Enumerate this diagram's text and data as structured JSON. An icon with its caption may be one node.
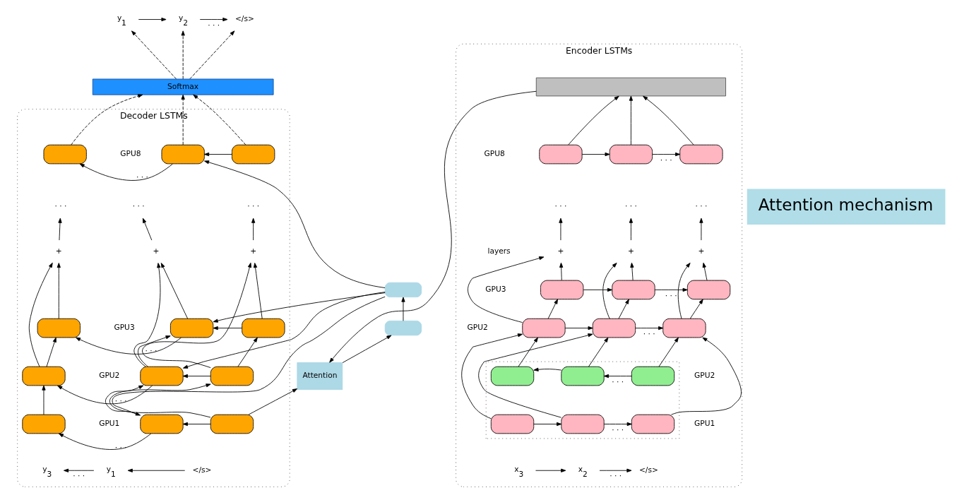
{
  "diagram": {
    "nodes": [
      {
        "text": [
          "Encoder LSTMs"
        ]
      },
      {
        "text": [],
        "shape": "bar",
        "in": 0
      },
      {
        "text": [],
        "shape": "box",
        "in": 0
      },
      {
        "text": [],
        "shape": "box",
        "in": 0
      },
      {
        "text": [],
        "shape": "box",
        "in": 0
      },
      {
        "text": [
          "· · ·"
        ],
        "in": 0
      },
      {
        "text": [
          "· · ·"
        ],
        "in": 0
      },
      {
        "text": [
          "· · ·"
        ],
        "in": 0
      },
      {
        "text": [
          "+"
        ],
        "in": 0
      },
      {
        "text": [
          "+"
        ],
        "in": 0
      },
      {
        "text": [
          "+"
        ],
        "in": 0
      },
      {
        "text": [],
        "shape": "box",
        "in": 0
      },
      {
        "text": [],
        "shape": "box",
        "in": 0
      },
      {
        "text": [],
        "shape": "box",
        "in": 0
      },
      {
        "text": [],
        "shape": "box",
        "in": 0
      },
      {
        "text": [],
        "shape": "box",
        "in": 0
      },
      {
        "text": [],
        "shape": "box",
        "in": 0
      },
      {
        "text": [],
        "shape": "box",
        "in": 0
      },
      {
        "text": [],
        "shape": "box",
        "in": 17
      },
      {
        "text": [],
        "shape": "box",
        "in": 17
      },
      {
        "text": [],
        "shape": "box",
        "in": 17
      },
      {
        "text": [],
        "shape": "box",
        "in": 17
      },
      {
        "text": [],
        "shape": "box",
        "in": 17
      },
      {
        "text": [],
        "shape": "box",
        "in": 17
      },
      {
        "text": [
          "x$_{3}$"
        ],
        "in": 0
      },
      {
        "text": [
          "x$_{2}$"
        ],
        "in": 0
      },
      {
        "text": [
          "</s>"
        ],
        "in": 0
      },
      {
        "text": [
          "Attention mechanism"
        ]
      },
      {
        "text": [],
        "shape": "box"
      },
      {
        "text": [],
        "shape": "box"
      },
      {
        "text": [
          "Attention"
        ]
      },
      {
        "text": [
          "y$_{1}$"
        ]
      },
      {
        "text": [
          "y$_{2}$"
        ]
      },
      {
        "text": [
          "</s>"
        ]
      },
      {
        "text": [
          "Softmax"
        ]
      },
      {
        "text": [
          "Decoder LSTMs"
        ]
      },
      {
        "text": [],
        "shape": "box",
        "in": 35
      },
      {
        "text": [],
        "shape": "box",
        "in": 35
      },
      {
        "text": [],
        "shape": "box",
        "in": 35
      },
      {
        "text": [
          "· · ·"
        ],
        "in": 35
      },
      {
        "text": [
          "· · ·"
        ],
        "in": 35
      },
      {
        "text": [
          "· · ·"
        ],
        "in": 35
      },
      {
        "text": [
          "+"
        ],
        "in": 35
      },
      {
        "text": [
          "+"
        ],
        "in": 35
      },
      {
        "text": [
          "+"
        ],
        "in": 35
      },
      {
        "text": [],
        "shape": "box",
        "in": 35
      },
      {
        "text": [],
        "shape": "box",
        "in": 35
      },
      {
        "text": [],
        "shape": "box",
        "in": 35
      },
      {
        "text": [],
        "shape": "box",
        "in": 35
      },
      {
        "text": [],
        "shape": "box",
        "in": 35
      },
      {
        "text": [],
        "shape": "box",
        "in": 35
      },
      {
        "text": [],
        "shape": "box",
        "in": 35
      },
      {
        "text": [],
        "shape": "box",
        "in": 35
      },
      {
        "text": [],
        "shape": "box",
        "in": 35
      },
      {
        "text": [
          "</s>"
        ],
        "in": 35
      },
      {
        "text": [
          "y$_{1}$"
        ],
        "in": 35
      },
      {
        "text": [
          "y$_{3}$"
        ],
        "in": 35
      }
    ],
    "edges": [
      {
        "from": 2,
        "to": 3,
        "arrow": "to"
      },
      {
        "from": 3,
        "to": 4,
        "arrow": "to",
        "label": "· · ·"
      },
      {
        "from": 11,
        "to": 12,
        "arrow": "to"
      },
      {
        "from": 12,
        "to": 13,
        "arrow": "to",
        "label": "· · ·"
      },
      {
        "from": 14,
        "to": 15,
        "arrow": "to"
      },
      {
        "from": 15,
        "to": 16,
        "arrow": "to",
        "label": "· · ·"
      },
      {
        "from": 20,
        "to": 19,
        "arrow": "to",
        "label": "· · ·"
      },
      {
        "from": 19,
        "to": 18,
        "arrow": "to"
      },
      {
        "from": 21,
        "to": 22,
        "arrow": "to"
      },
      {
        "from": 22,
        "to": 23,
        "arrow": "to",
        "label": "· · ·"
      },
      {
        "from": 24,
        "to": 25,
        "arrow": "to"
      },
      {
        "from": 25,
        "to": 26,
        "arrow": "to",
        "label": "· · ·"
      },
      {
        "from": 21,
        "to": 14,
        "arrow": "to"
      },
      {
        "from": 22,
        "to": 15,
        "arrow": "to"
      },
      {
        "from": 23,
        "to": 16,
        "arrow": "to"
      },
      {
        "from": 18,
        "to": 14,
        "arrow": "to"
      },
      {
        "from": 19,
        "to": 15,
        "arrow": "to"
      },
      {
        "from": 20,
        "to": 16,
        "arrow": "to"
      },
      {
        "from": 14,
        "to": 11,
        "arrow": "to"
      },
      {
        "from": 15,
        "to": 12,
        "arrow": "to"
      },
      {
        "from": 16,
        "to": 13,
        "arrow": "to"
      },
      {
        "from": 14,
        "to": 8,
        "arrow": "to"
      },
      {
        "from": 15,
        "to": 9,
        "arrow": "to"
      },
      {
        "from": 16,
        "to": 10,
        "arrow": "to"
      },
      {
        "from": 11,
        "to": 8,
        "arrow": "to"
      },
      {
        "from": 12,
        "to": 9,
        "arrow": "to"
      },
      {
        "from": 13,
        "to": 10,
        "arrow": "to"
      },
      {
        "from": 8,
        "to": 5,
        "arrow": "to"
      },
      {
        "from": 9,
        "to": 6,
        "arrow": "to"
      },
      {
        "from": 10,
        "to": 7,
        "arrow": "to"
      },
      {
        "from": 2,
        "to": 1,
        "arrow": "to"
      },
      {
        "from": 3,
        "to": 1,
        "arrow": "to"
      },
      {
        "from": 4,
        "to": 1,
        "arrow": "to"
      },
      {
        "from": 1,
        "to": 30,
        "arrow": "to"
      },
      {
        "from": 30,
        "to": 29,
        "arrow": "to"
      },
      {
        "from": 29,
        "to": 28,
        "arrow": "to"
      },
      {
        "from": 28,
        "to": 37,
        "arrow": "to"
      },
      {
        "from": 28,
        "to": 46,
        "arrow": "to"
      },
      {
        "from": 28,
        "to": 49,
        "arrow": "to"
      },
      {
        "from": 28,
        "to": 52,
        "arrow": "to"
      },
      {
        "from": 51,
        "to": 30,
        "arrow": "to"
      },
      {
        "from": 31,
        "to": 32,
        "arrow": "to"
      },
      {
        "from": 32,
        "to": 33,
        "arrow": "to",
        "label": "· · ·"
      },
      {
        "from": 34,
        "to": 31,
        "arrow": "to",
        "style": "dashed"
      },
      {
        "from": 34,
        "to": 32,
        "arrow": "to",
        "style": "dashed"
      },
      {
        "from": 34,
        "to": 33,
        "arrow": "to",
        "style": "dashed"
      },
      {
        "from": 36,
        "to": 34,
        "arrow": "to",
        "style": "dashed"
      },
      {
        "from": 37,
        "to": 34,
        "arrow": "to",
        "style": "dashed"
      },
      {
        "from": 38,
        "to": 34,
        "arrow": "to",
        "style": "dashed"
      },
      {
        "from": 36,
        "to": 37,
        "arrow": "to"
      },
      {
        "from": 37,
        "to": 38,
        "arrow": "to",
        "label": "· · ·"
      },
      {
        "from": 45,
        "to": 46,
        "arrow": "to"
      },
      {
        "from": 46,
        "to": 47,
        "arrow": "to",
        "label": "· · ·"
      },
      {
        "from": 48,
        "to": 49,
        "arrow": "to"
      },
      {
        "from": 49,
        "to": 50,
        "arrow": "to",
        "label": "· · ·"
      },
      {
        "from": 51,
        "to": 52,
        "arrow": "to"
      },
      {
        "from": 52,
        "to": 53,
        "arrow": "to",
        "label": "· · ·"
      },
      {
        "from": 54,
        "to": 55,
        "arrow": "to"
      },
      {
        "from": 55,
        "to": 56,
        "arrow": "to",
        "label": "· · ·"
      },
      {
        "from": 51,
        "to": 48,
        "arrow": "to"
      },
      {
        "from": 52,
        "to": 49,
        "arrow": "to"
      },
      {
        "from": 53,
        "to": 50,
        "arrow": "to"
      },
      {
        "from": 48,
        "to": 45,
        "arrow": "to"
      },
      {
        "from": 49,
        "to": 46,
        "arrow": "to"
      },
      {
        "from": 50,
        "to": 47,
        "arrow": "to"
      },
      {
        "from": 48,
        "to": 42,
        "arrow": "to"
      },
      {
        "from": 49,
        "to": 43,
        "arrow": "to"
      },
      {
        "from": 50,
        "to": 44,
        "arrow": "to"
      },
      {
        "from": 45,
        "to": 42,
        "arrow": "to"
      },
      {
        "from": 46,
        "to": 43,
        "arrow": "to"
      },
      {
        "from": 47,
        "to": 44,
        "arrow": "to"
      },
      {
        "from": 42,
        "to": 39,
        "arrow": "to"
      },
      {
        "from": 43,
        "to": 40,
        "arrow": "to"
      },
      {
        "from": 44,
        "to": 41,
        "arrow": "to"
      }
    ],
    "labels": [
      "GPU8",
      "layers",
      "GPU3",
      "GPU2",
      "GPU2",
      "GPU1",
      "GPU8",
      "GPU3",
      "GPU2",
      "GPU1"
    ]
  }
}
